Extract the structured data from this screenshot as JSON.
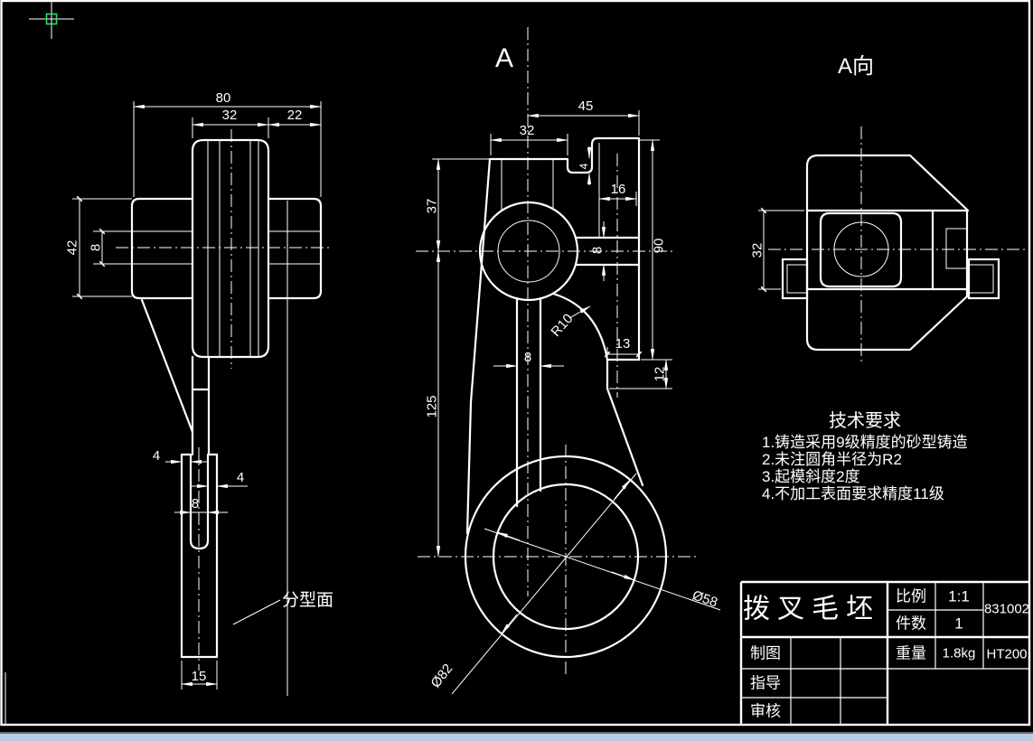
{
  "colors": {
    "background": "#000000",
    "line_color": "#ffffff",
    "pickbox_green": "#2be06b",
    "statusbar_blue": "#b9cbe6"
  },
  "left_view": {
    "dims": {
      "width_total": "80",
      "width_boss": "32",
      "width_right": "22",
      "height_flange": "42",
      "slot_flange": "8",
      "wall_left": "4",
      "wall_right": "4",
      "slot_stem": "8",
      "stem_width": "15"
    },
    "parting_label": "分型面"
  },
  "middle_view": {
    "section_label": "A",
    "dims": {
      "d45": "45",
      "d32": "32",
      "d4": "4",
      "d16": "16",
      "d37": "37",
      "d125": "125",
      "d8_arm": "8",
      "d8_stem": "8",
      "d90": "90",
      "d13": "13",
      "d12": "12",
      "fillet": "R10",
      "dia_inner": "Ø58",
      "dia_outer": "Ø82"
    }
  },
  "right_view": {
    "view_label": "A向",
    "dims": {
      "d32": "32"
    }
  },
  "tech_requirements": {
    "title": "技术要求",
    "items": [
      "1.铸造采用9级精度的砂型铸造",
      "2.未注圆角半径为R2",
      "3.起模斜度2度",
      "4.不加工表面要求精度11级"
    ]
  },
  "title_block": {
    "part_name": "拨叉毛坯",
    "scale_label": "比例",
    "scale_value": "1:1",
    "qty_label": "件数",
    "qty_value": "1",
    "draft_label": "制图",
    "weight_label": "重量",
    "weight_value": "1.8kg",
    "advisor_label": "指导",
    "review_label": "审核",
    "drawing_no": "831002",
    "material": "HT200"
  }
}
